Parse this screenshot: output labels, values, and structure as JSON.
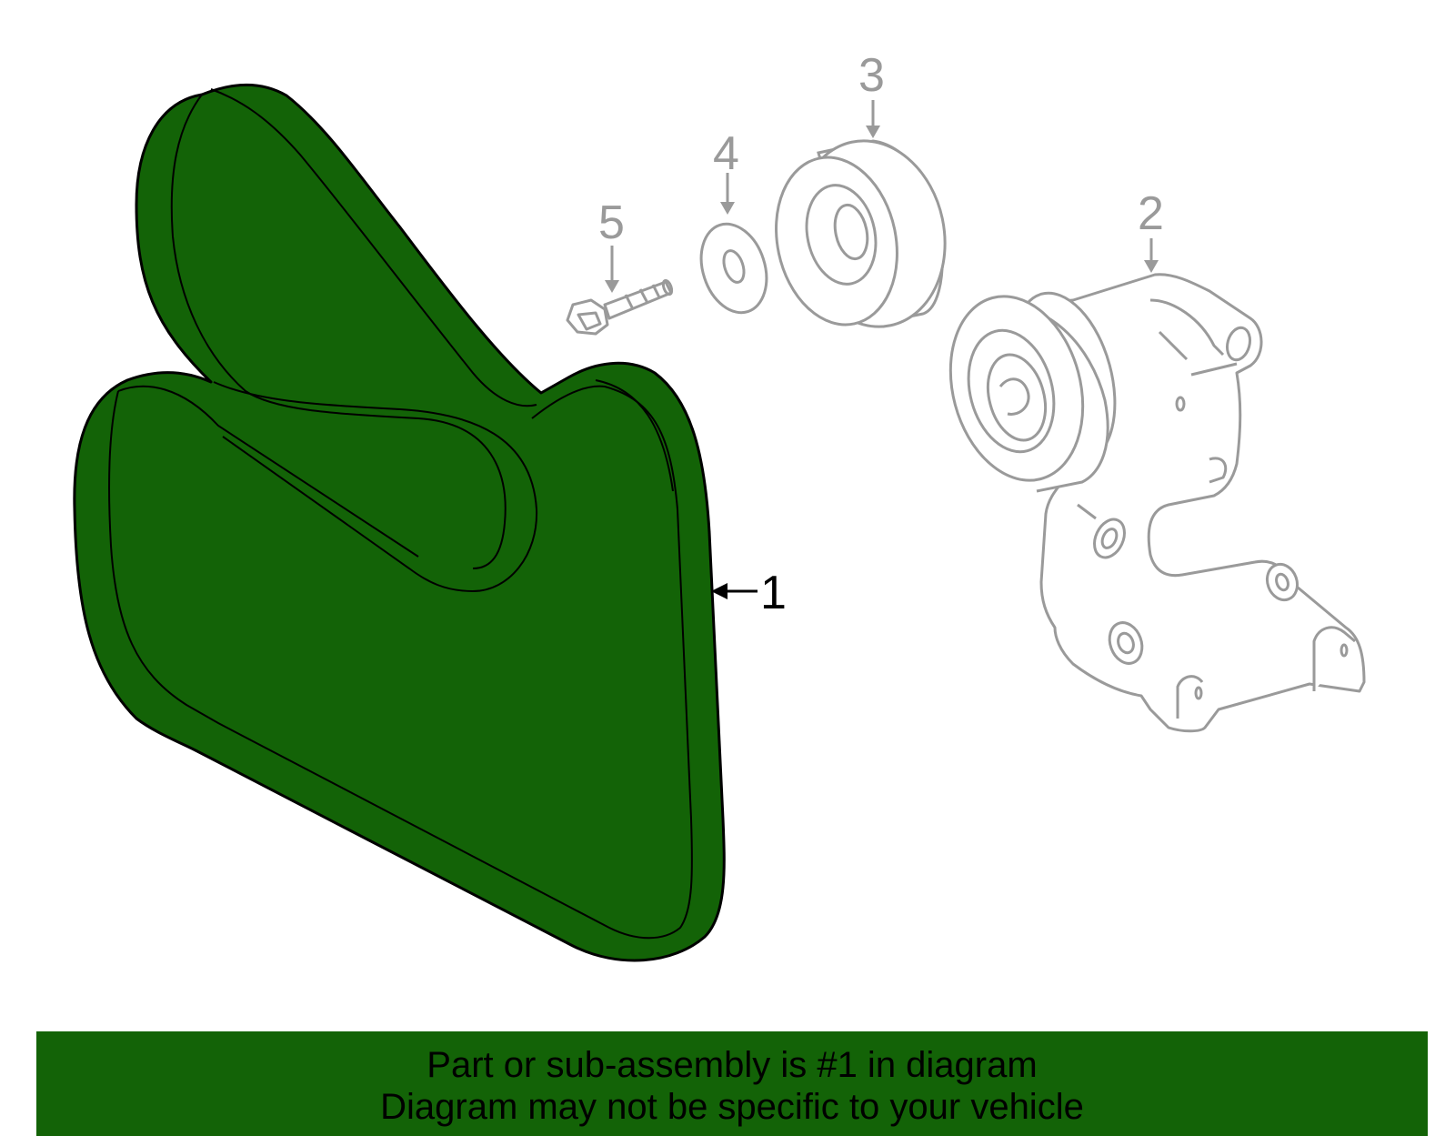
{
  "colors": {
    "highlight": "#136307",
    "part_outline": "#9a9a9a",
    "highlight_outline": "#000000",
    "background": "#ffffff"
  },
  "callouts": {
    "c1": "1",
    "c2": "2",
    "c3": "3",
    "c4": "4",
    "c5": "5"
  },
  "parts": [
    {
      "callout": "1",
      "depiction": "serpentine belt",
      "highlighted": true
    },
    {
      "callout": "2",
      "depiction": "belt tensioner assembly",
      "highlighted": false
    },
    {
      "callout": "3",
      "depiction": "idler pulley",
      "highlighted": false
    },
    {
      "callout": "4",
      "depiction": "washer",
      "highlighted": false
    },
    {
      "callout": "5",
      "depiction": "bolt",
      "highlighted": false
    }
  ],
  "banner": {
    "line1": "Part or sub-assembly is #1 in diagram",
    "line2": "Diagram may not be specific to your vehicle"
  }
}
